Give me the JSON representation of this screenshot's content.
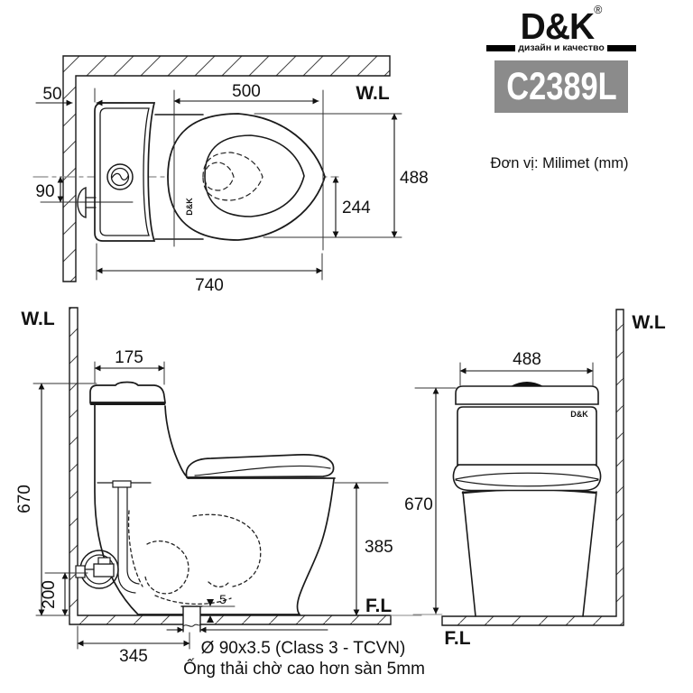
{
  "header": {
    "brand": "D&K",
    "registered": "®",
    "tagline": "дизайн и качество",
    "model": "C2389L",
    "unit_label": "Đơn vị: Milimet  (mm)"
  },
  "labels": {
    "water_line": "W.L",
    "floor_line": "F.L"
  },
  "top_view": {
    "brand_mark": "D&K",
    "dim_wall_gap": "50",
    "dim_inlet_offset": "90",
    "dim_seat_length": "500",
    "dim_width": "488",
    "dim_half_width": "244",
    "dim_total_depth": "740"
  },
  "side_view": {
    "dim_tank_depth": "175",
    "dim_total_height": "670",
    "dim_inlet_height": "200",
    "dim_drain_offset": "345",
    "dim_rim_height": "385",
    "dim_drain_gap": "5"
  },
  "front_view": {
    "brand_mark": "D&K",
    "dim_width": "488",
    "dim_total_height": "670"
  },
  "notes": {
    "drain_spec": "Ø 90x3.5 (Class 3 - TCVN)",
    "install_note": "Ống thải chờ cao hơn sàn 5mm"
  }
}
